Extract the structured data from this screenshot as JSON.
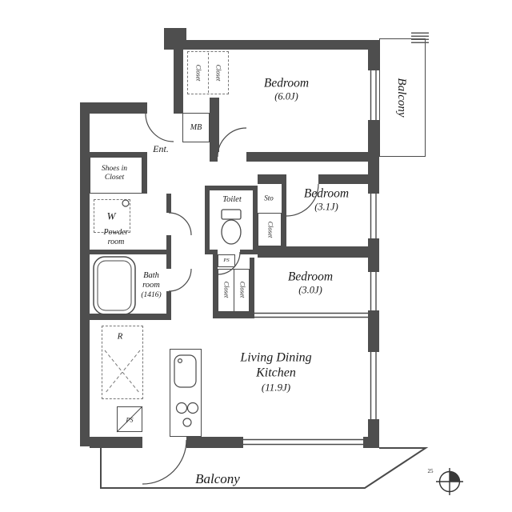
{
  "colors": {
    "wall": "#4e4e4e",
    "line": "#4a4a4a",
    "text": "#1a1a1a"
  },
  "labels": {
    "bedroom1_name": "Bedroom",
    "bedroom1_size": "(6.0J)",
    "bedroom2_name": "Bedroom",
    "bedroom2_size": "(3.1J)",
    "bedroom3_name": "Bedroom",
    "bedroom3_size": "(3.0J)",
    "ldk_line1": "Living Dining",
    "ldk_line2": "Kitchen",
    "ldk_size": "(11.9J)",
    "balcony_right": "Balcony",
    "balcony_bottom": "Balcony",
    "entrance": "Ent.",
    "meter_box": "MB",
    "shoes_line1": "Shoes in",
    "shoes_line2": "Closet",
    "washer": "W",
    "powder_line1": "Powder",
    "powder_line2": "room",
    "toilet": "Toilet",
    "storage": "Sto",
    "bath_line1": "Bath",
    "bath_line2": "room",
    "bath_size": "(1416)",
    "refrigerator": "R",
    "ps_kitchen": "PS",
    "ps_toilet": "PS",
    "closet_b1_left": "Closet",
    "closet_b1_right": "Closet",
    "closet_b2": "Closet",
    "closet_b3_left": "Closet",
    "closet_b3_right": "Closet",
    "compass_note": "25"
  }
}
